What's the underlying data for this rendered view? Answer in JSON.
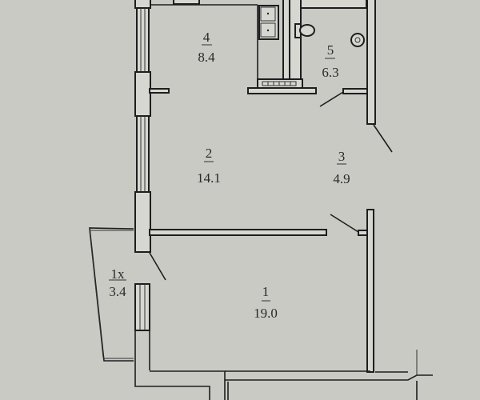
{
  "rooms": [
    {
      "number": "1",
      "area": "19.0"
    },
    {
      "number": "2",
      "area": "14.1"
    },
    {
      "number": "3",
      "area": "4.9"
    },
    {
      "number": "4",
      "area": "8.4"
    },
    {
      "number": "5",
      "area": "6.3"
    },
    {
      "number": "1x",
      "area": "3.4"
    }
  ],
  "colors": {
    "paper": "#c9cac4",
    "wall": "#1e1e1e"
  }
}
